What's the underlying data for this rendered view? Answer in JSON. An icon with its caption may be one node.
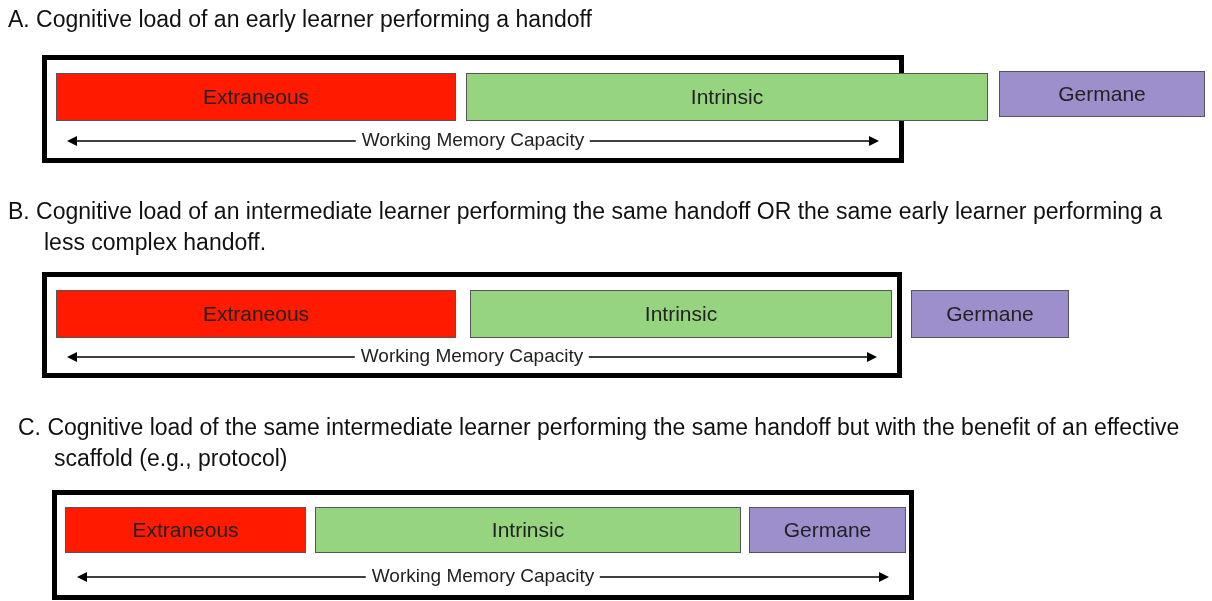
{
  "diagram": {
    "nodes": [
      {
        "text": [
          "Working Memory Capacity"
        ]
      },
      {
        "text": [
          "Extraneous"
        ],
        "in": 0
      },
      {
        "text": [
          "Intrinsic"
        ]
      },
      {
        "text": [
          "Germane"
        ]
      },
      {
        "text": [
          "Working Memory Capacity"
        ]
      },
      {
        "text": [
          "Extraneous"
        ],
        "in": 4
      },
      {
        "text": [
          "Intrinsic"
        ],
        "in": 4
      },
      {
        "text": [
          "Germane"
        ]
      },
      {
        "text": [
          "Working Memory Capacity"
        ]
      },
      {
        "text": [
          "Extraneous"
        ],
        "in": 8
      },
      {
        "text": [
          "Intrinsic"
        ],
        "in": 8
      },
      {
        "text": [
          "Germane"
        ],
        "in": 8
      }
    ],
    "edges": [],
    "labels": [
      "A. Cognitive load of an early learner performing a handoff",
      "B. Cognitive load of an intermediate learner performing the same handoff OR the same early learner performing a less complex handoff.",
      "C. Cognitive load of the same intermediate learner performing the same handoff but with the benefit of an effective scaffold (e.g., protocol)"
    ]
  }
}
